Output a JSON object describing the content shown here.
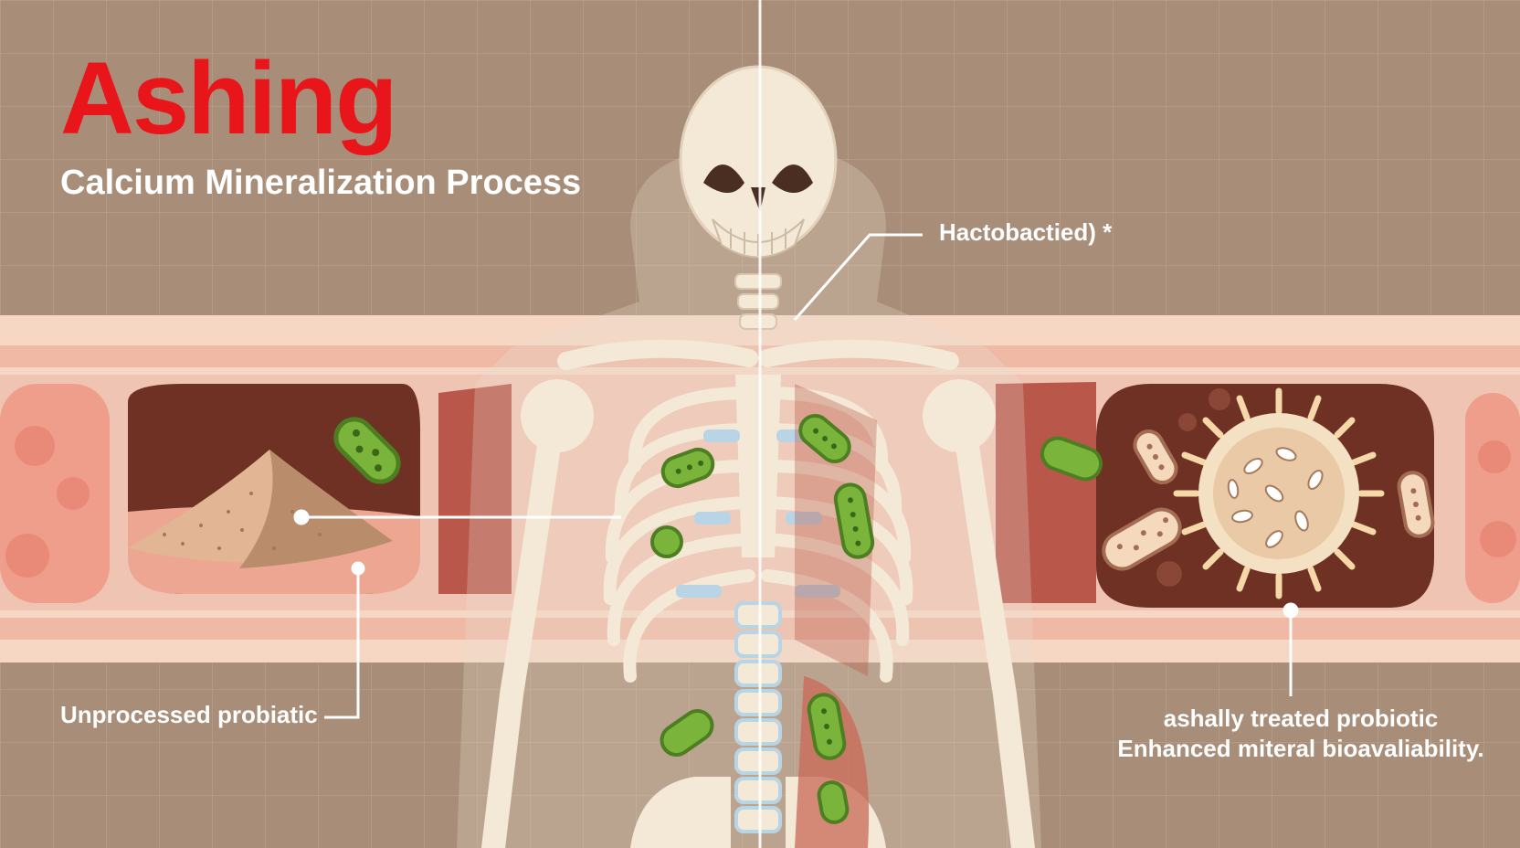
{
  "title": "Ashing",
  "subtitle": "Calcium Mineralization Process",
  "labels": {
    "top_callout": "Hactobactied) *",
    "left_callout": "Unprocessed probiatic",
    "right_line1": "ashally treated probiotic",
    "right_line2": "Enhanced miteral bioavaliability."
  },
  "icons": {
    "skeleton": "human-skeleton-icon",
    "powder": "powder-pile-icon",
    "bacterium": "bacterium-icon",
    "microbe": "spiky-microbe-icon"
  },
  "colors": {
    "title": "#e8161b",
    "background": "#a88e78",
    "grid": "#b59e8a",
    "bone": "#f4e8d6",
    "tissue_light": "#f6d7c4",
    "tissue_pink": "#eda692",
    "lumen_dark": "#6e3124",
    "bacteria_green": "#7ab43a"
  }
}
